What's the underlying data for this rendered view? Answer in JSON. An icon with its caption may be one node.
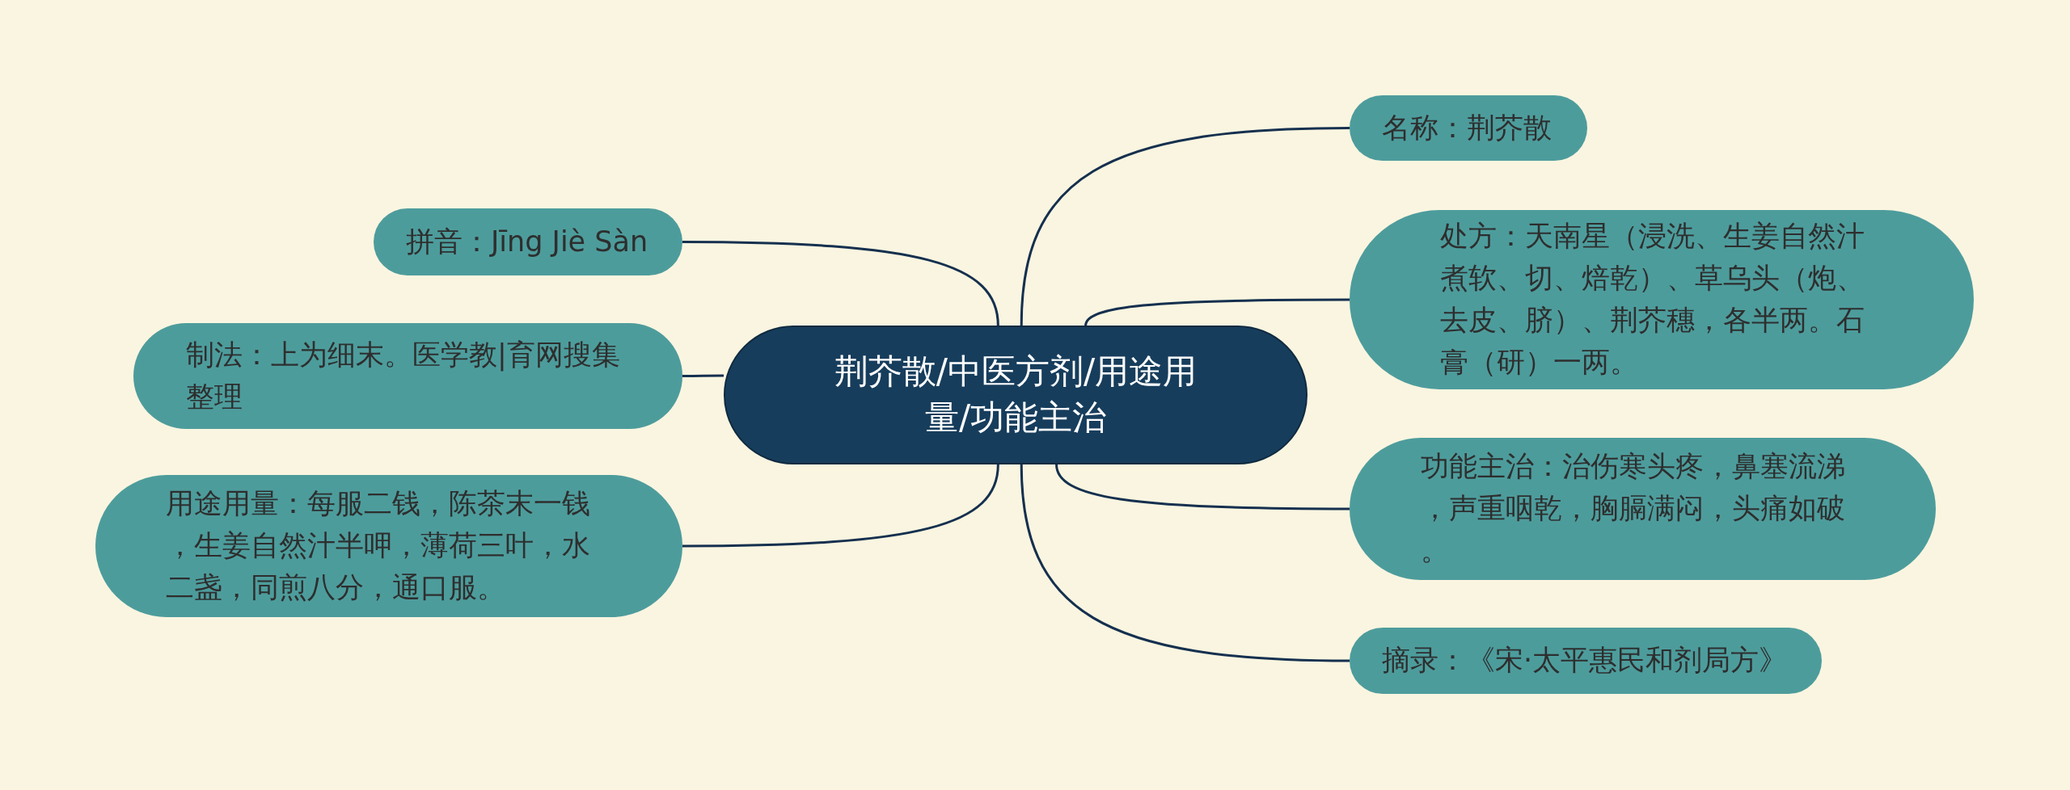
{
  "diagram": {
    "nodes": [
      {
        "text": [
          "荆芥散/中医方剂/用途用量/功能主治"
        ]
      },
      {
        "text": [
          "名称：荆芥散"
        ]
      },
      {
        "text": [
          "处方：天南星（浸洗、生姜自然汁煮软、切、焙乾）、草乌头（炮、去皮、脐）、荆芥穗，各半两。石膏（研）一两。"
        ]
      },
      {
        "text": [
          "功能主治：治伤寒头疼，鼻塞流涕，声重咽乾，胸膈满闷，头痛如破。"
        ]
      },
      {
        "text": [
          "摘录：《宋·太平惠民和剂局方》"
        ]
      },
      {
        "text": [
          "拼音：Jīng Jiè Sàn"
        ]
      },
      {
        "text": [
          "制法：上为细末。医学教|育网搜集整理"
        ]
      },
      {
        "text": [
          "用途用量：每服二钱，陈茶末一钱，生姜自然汁半呷，薄荷三叶，水二盏，同煎八分，通口服。"
        ]
      }
    ],
    "edges": [
      {
        "from": 0,
        "to": 1,
        "arrow": "none"
      },
      {
        "from": 0,
        "to": 2,
        "arrow": "none"
      },
      {
        "from": 0,
        "to": 3,
        "arrow": "none"
      },
      {
        "from": 0,
        "to": 4,
        "arrow": "none"
      },
      {
        "from": 0,
        "to": 5,
        "arrow": "none"
      },
      {
        "from": 0,
        "to": 6,
        "arrow": "none"
      },
      {
        "from": 0,
        "to": 7,
        "arrow": "none"
      }
    ]
  }
}
